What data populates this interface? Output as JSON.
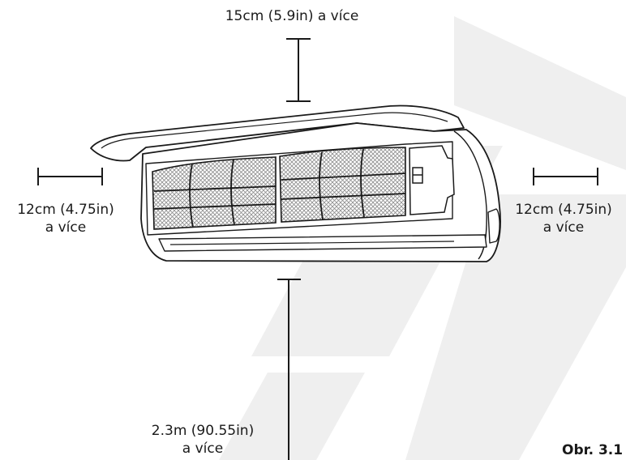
{
  "clearances": {
    "top": "15cm (5.9in) a více",
    "left_line1": "12cm (4.75in)",
    "left_line2": "a více",
    "right_line1": "12cm (4.75in)",
    "right_line2": "a více",
    "bottom_line1": "2.3m (90.55in)",
    "bottom_line2": "a více"
  },
  "figure_label": "Obr. 3.1",
  "colors": {
    "line": "#1a1a1a",
    "mesh": "#8c8c8c",
    "watermark": "#eeeeee"
  }
}
